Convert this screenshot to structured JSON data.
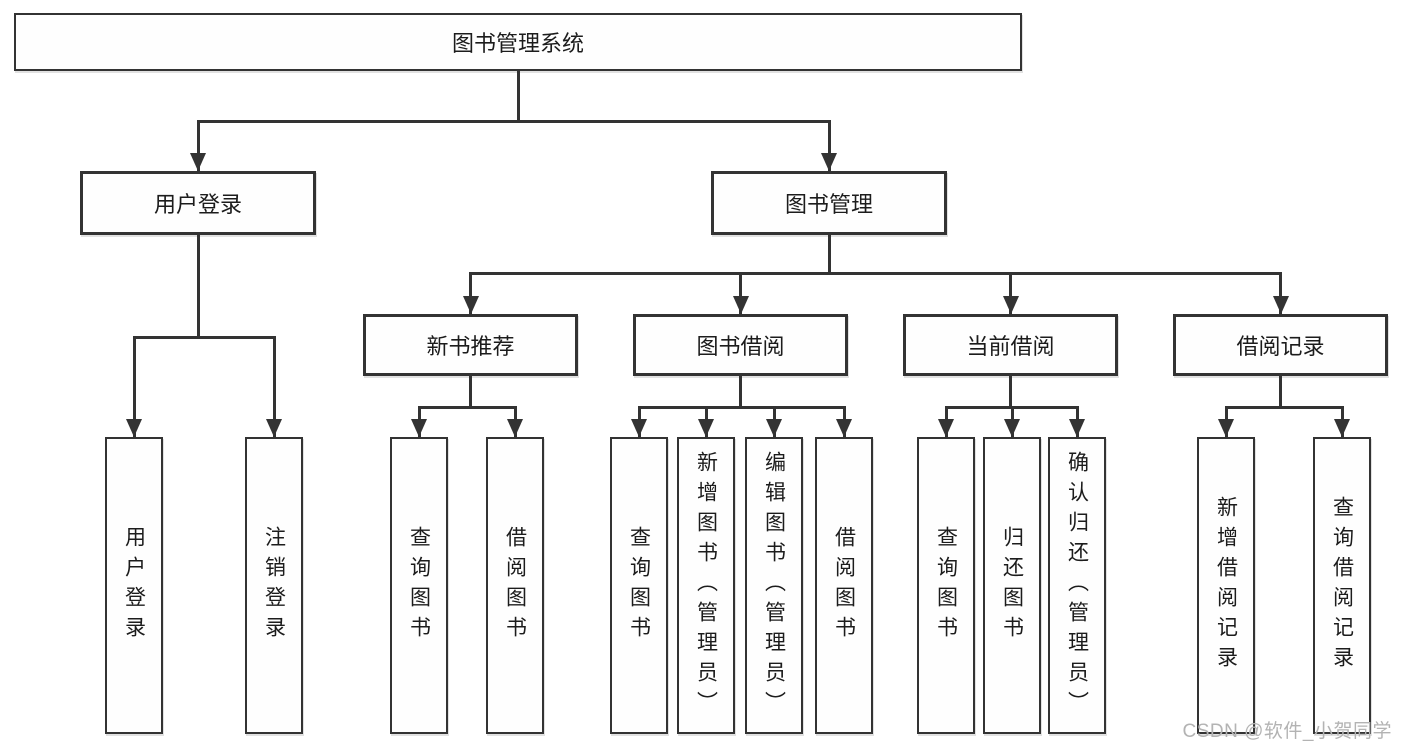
{
  "diagram": {
    "type": "hierarchy-flowchart",
    "root": {
      "label": "图书管理系统"
    },
    "branches": [
      {
        "label": "用户登录",
        "children": [
          {
            "label": "用户登录"
          },
          {
            "label": "注销登录"
          }
        ]
      },
      {
        "label": "图书管理",
        "children": [
          {
            "label": "新书推荐",
            "children": [
              {
                "label": "查询图书"
              },
              {
                "label": "借阅图书"
              }
            ]
          },
          {
            "label": "图书借阅",
            "children": [
              {
                "label": "查询图书"
              },
              {
                "label": "新增图书（管理员）"
              },
              {
                "label": "编辑图书（管理员）"
              },
              {
                "label": "借阅图书"
              }
            ]
          },
          {
            "label": "当前借阅",
            "children": [
              {
                "label": "查询图书"
              },
              {
                "label": "归还图书"
              },
              {
                "label": "确认归还（管理员）"
              }
            ]
          },
          {
            "label": "借阅记录",
            "children": [
              {
                "label": "新增借阅记录"
              },
              {
                "label": "查询借阅记录"
              }
            ]
          }
        ]
      }
    ],
    "watermark": "CSDN @软件_小贺同学",
    "colors": {
      "line": "#333333",
      "box_border": "#333333",
      "box_fill": "#fefefe",
      "text": "#1c1c1c",
      "watermark": "#b3b3b3",
      "background": "#ffffff"
    }
  }
}
